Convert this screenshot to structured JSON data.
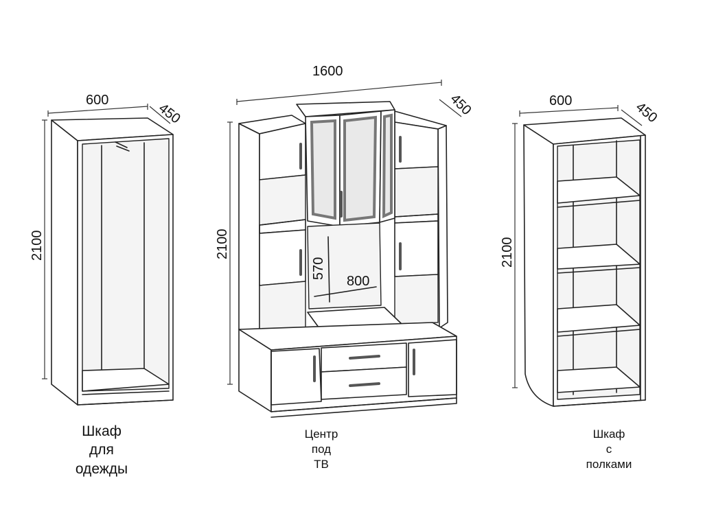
{
  "wardrobe": {
    "width_label": "600",
    "depth_label": "450",
    "height_label": "2100",
    "caption_lines": [
      "Шкаф",
      "для",
      "одежды"
    ]
  },
  "tv_center": {
    "width_label": "1600",
    "depth_label": "450",
    "height_label": "2100",
    "niche_height_label": "570",
    "niche_width_label": "800",
    "caption_lines": [
      "Центр",
      "под",
      "ТВ"
    ]
  },
  "shelf_cabinet": {
    "width_label": "600",
    "depth_label": "450",
    "height_label": "2100",
    "caption_lines": [
      "Шкаф",
      "с",
      "полками"
    ]
  }
}
